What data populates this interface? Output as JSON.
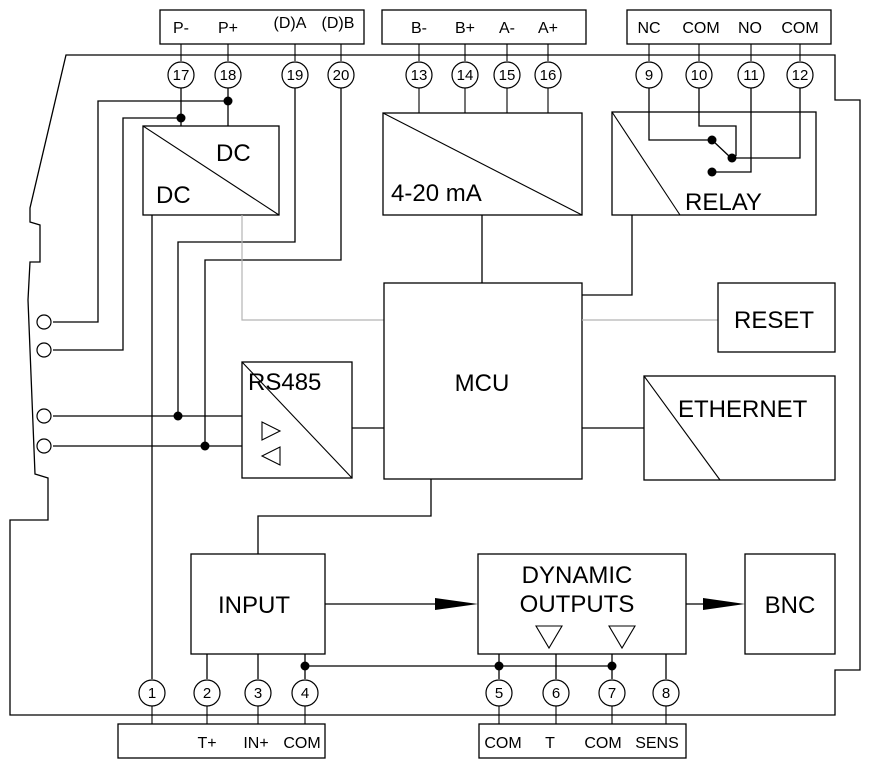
{
  "top_connector_left": {
    "labels": [
      "P-",
      "P+",
      "(D)A",
      "(D)B"
    ]
  },
  "top_connector_mid": {
    "labels": [
      "B-",
      "B+",
      "A-",
      "A+"
    ]
  },
  "top_connector_right": {
    "labels": [
      "NC",
      "COM",
      "NO",
      "COM"
    ]
  },
  "top_terminals": [
    "17",
    "18",
    "19",
    "20",
    "13",
    "14",
    "15",
    "16",
    "9",
    "10",
    "11",
    "12"
  ],
  "bottom_terminals": [
    "1",
    "2",
    "3",
    "4",
    "5",
    "6",
    "7",
    "8"
  ],
  "bottom_connector_left": {
    "labels": [
      "T+",
      "IN+",
      "COM"
    ]
  },
  "bottom_connector_right": {
    "labels": [
      "COM",
      "T",
      "COM",
      "SENS"
    ]
  },
  "blocks": {
    "dcdc_top": "DC",
    "dcdc_bottom": "DC",
    "analog_output": "4-20 mA",
    "relay": "RELAY",
    "reset": "RESET",
    "mcu": "MCU",
    "rs485": "RS485",
    "ethernet": "ETHERNET",
    "input": "INPUT",
    "dynamic_outputs_line1": "DYNAMIC",
    "dynamic_outputs_line2": "OUTPUTS",
    "bnc": "BNC"
  }
}
